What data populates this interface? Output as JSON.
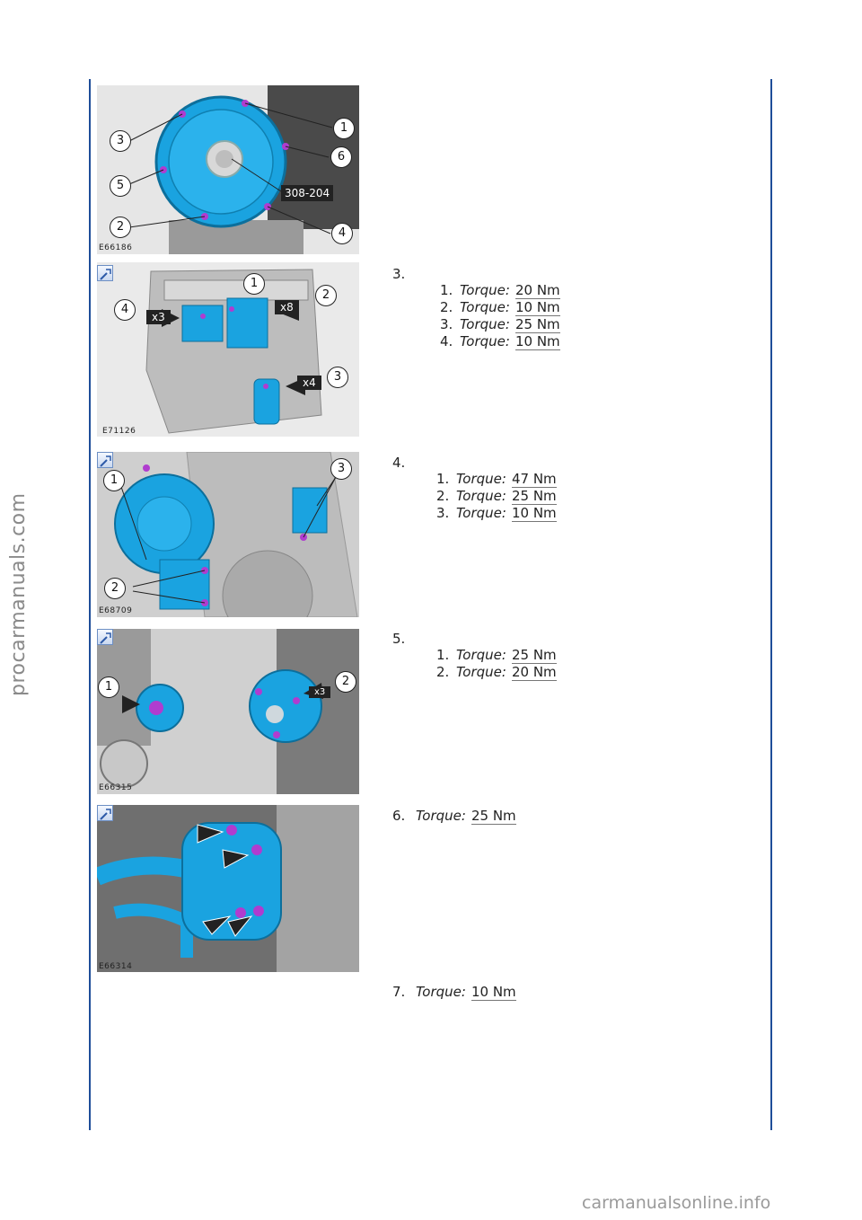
{
  "watermark": "procarmanuals.com",
  "footer_watermark": "carmanualsonline.info",
  "colors": {
    "rule": "#1f4e99",
    "part_highlight": "#1aa3e0",
    "bolt": "#b03ccf"
  },
  "figures": [
    {
      "id": "E66186",
      "tool_number": "308-204",
      "callouts": [
        "1",
        "3",
        "6",
        "5",
        "2",
        "4"
      ]
    },
    {
      "id": "E71126",
      "callouts": [
        "1",
        "2",
        "4",
        "3"
      ],
      "multipliers": [
        "x3",
        "x8",
        "x4"
      ]
    },
    {
      "id": "E68709",
      "callouts": [
        "1",
        "3",
        "2"
      ]
    },
    {
      "id": "E66315",
      "callouts": [
        "1",
        "2"
      ],
      "multipliers": [
        "x3"
      ]
    },
    {
      "id": "E66314"
    }
  ],
  "steps": [
    {
      "number": "3.",
      "items": [
        {
          "number": "1.",
          "label": "Torque:",
          "value": "20 Nm"
        },
        {
          "number": "2.",
          "label": "Torque:",
          "value": "10 Nm"
        },
        {
          "number": "3.",
          "label": "Torque:",
          "value": "25 Nm"
        },
        {
          "number": "4.",
          "label": "Torque:",
          "value": "10 Nm"
        }
      ]
    },
    {
      "number": "4.",
      "items": [
        {
          "number": "1.",
          "label": "Torque:",
          "value": "47 Nm"
        },
        {
          "number": "2.",
          "label": "Torque:",
          "value": "25 Nm"
        },
        {
          "number": "3.",
          "label": "Torque:",
          "value": "10 Nm"
        }
      ]
    },
    {
      "number": "5.",
      "items": [
        {
          "number": "1.",
          "label": "Torque:",
          "value": "25 Nm"
        },
        {
          "number": "2.",
          "label": "Torque:",
          "value": "20 Nm"
        }
      ]
    },
    {
      "number": "6.",
      "label": "Torque:",
      "value": "25 Nm"
    },
    {
      "number": "7.",
      "label": "Torque:",
      "value": "10 Nm"
    }
  ]
}
